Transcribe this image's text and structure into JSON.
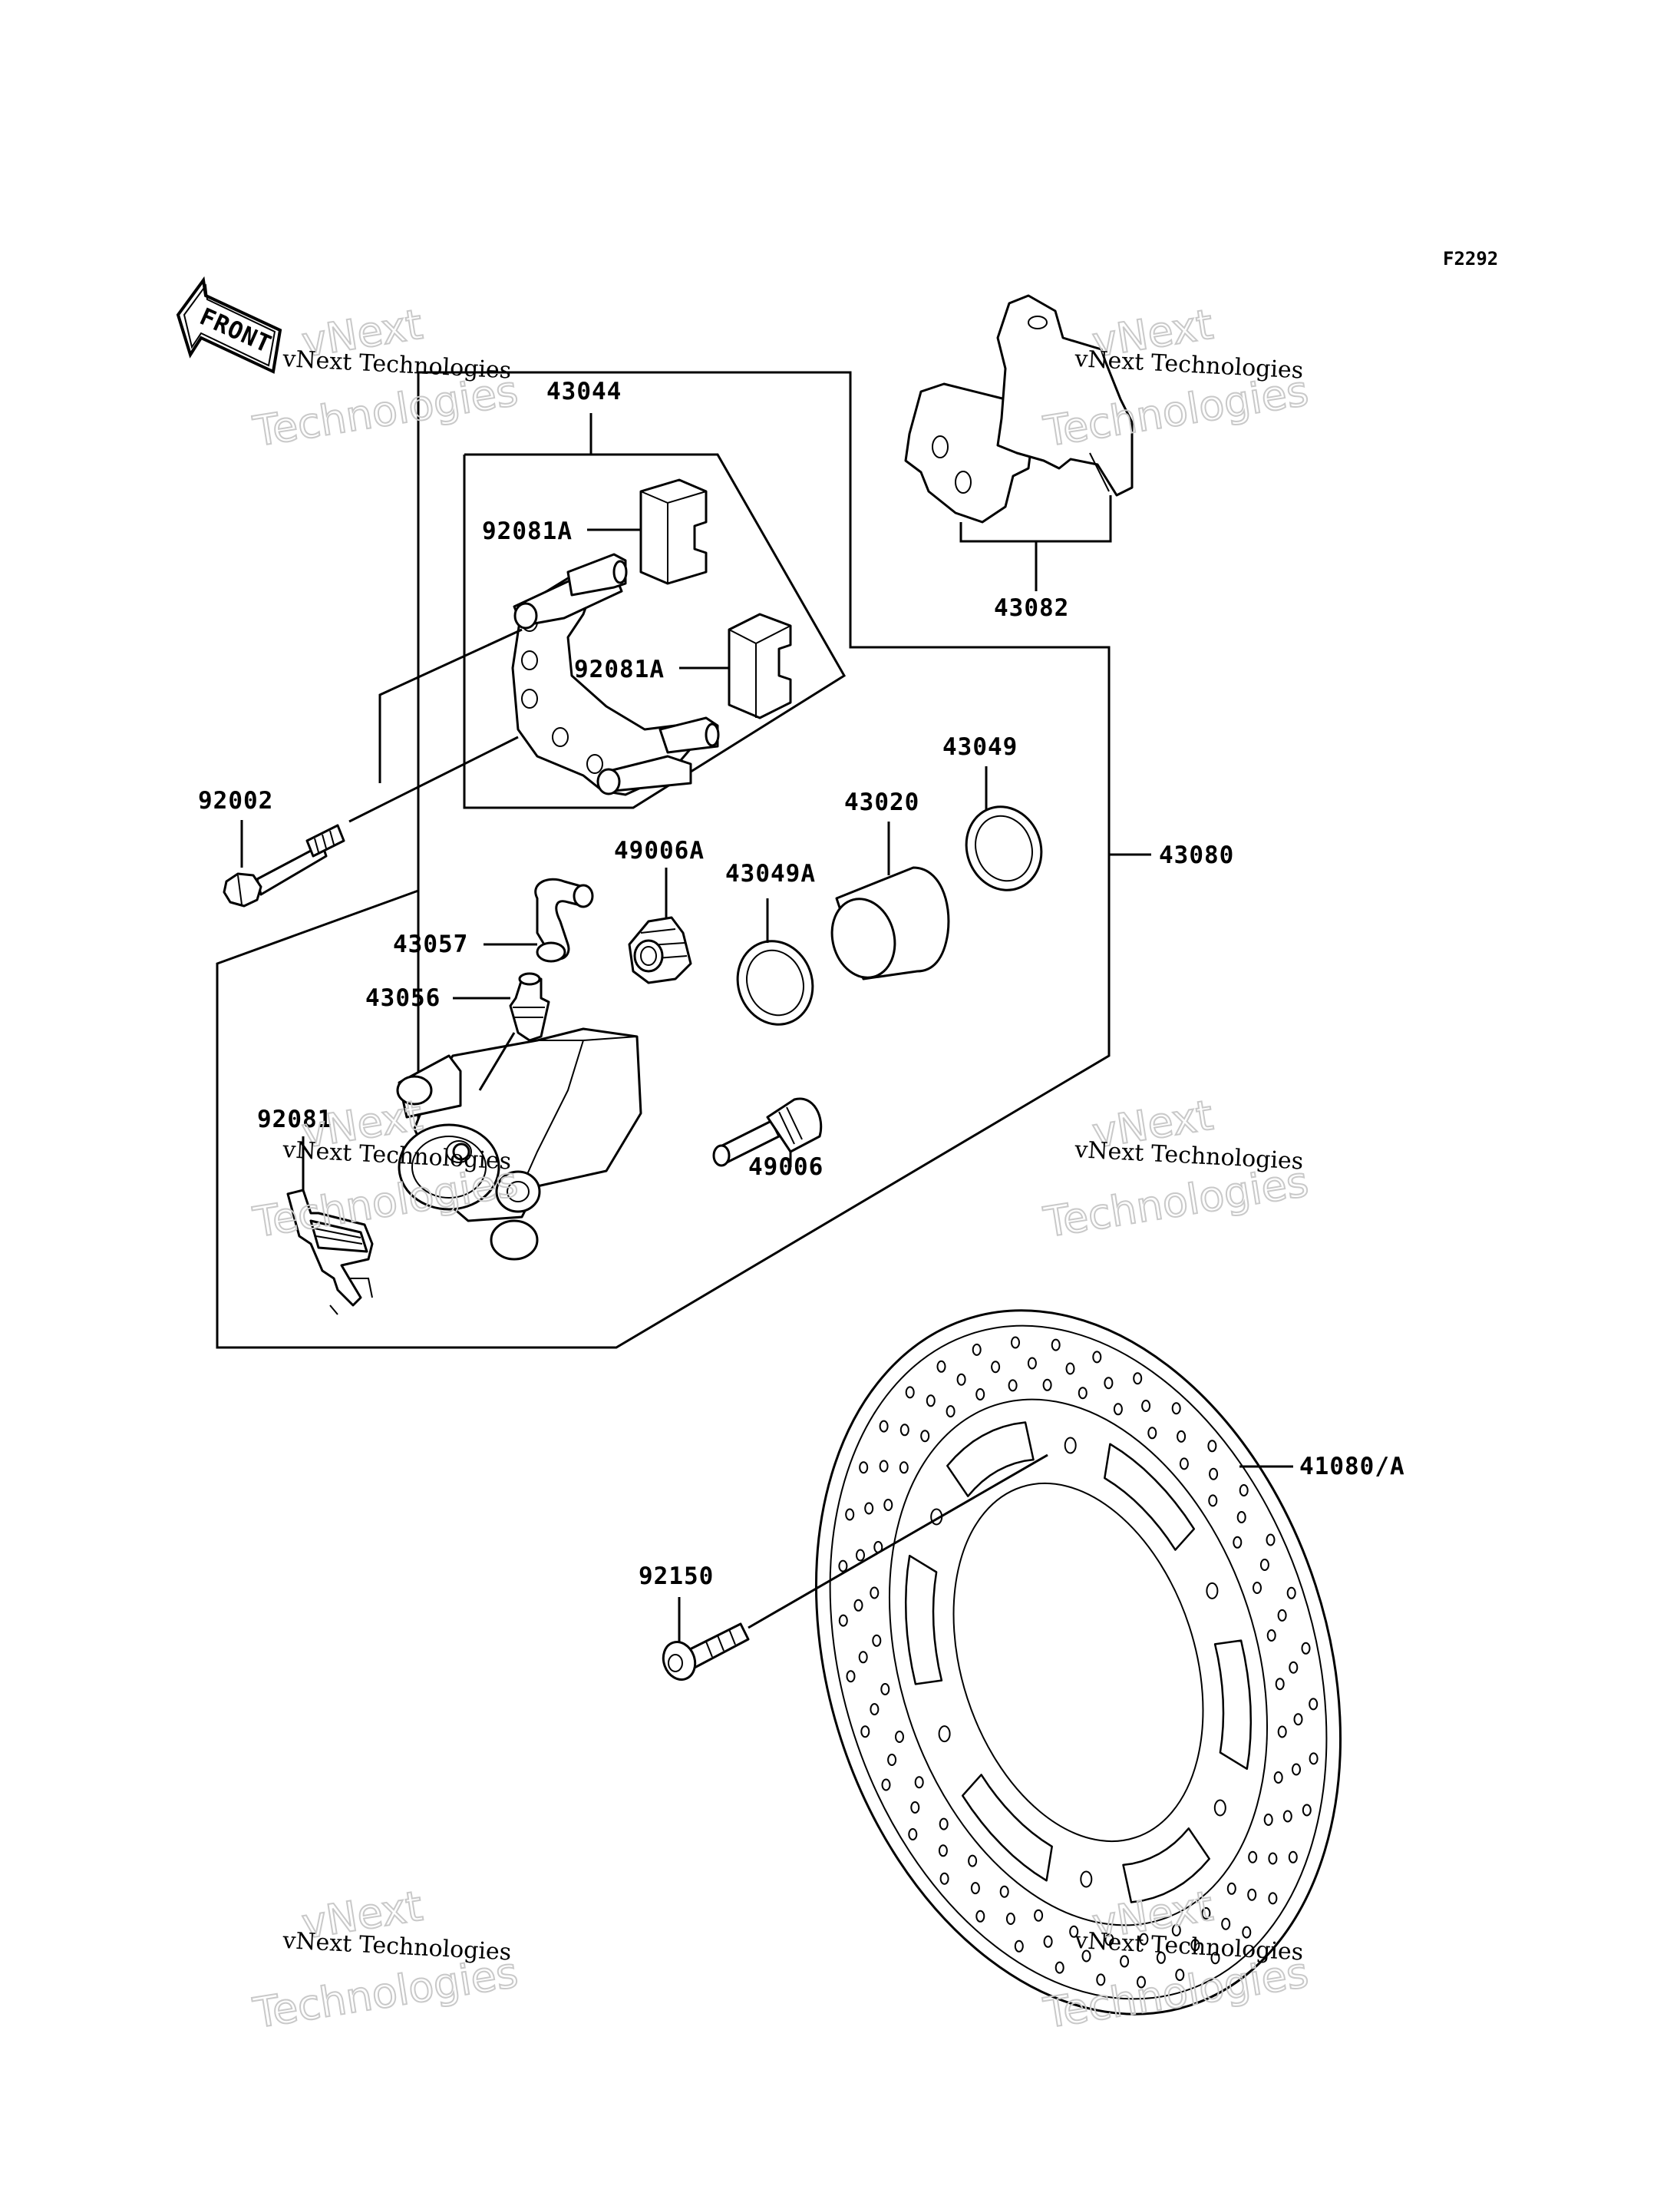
{
  "figure_code": "F2292",
  "front_arrow": {
    "label": "FRONT",
    "icon": "front-arrow-icon"
  },
  "watermark": {
    "line1": "vNext Technologies",
    "line2a": "vNext",
    "line2b": "Technologies"
  },
  "parts": {
    "p43044": "43044",
    "p92081A_1": "92081A",
    "p92081A_2": "92081A",
    "p92002": "92002",
    "p43057": "43057",
    "p43056": "43056",
    "p92081": "92081",
    "p49006A": "49006A",
    "p43049A": "43049A",
    "p43020": "43020",
    "p43049": "43049",
    "p49006": "49006",
    "p43080": "43080",
    "p43082": "43082",
    "p41080A": "41080/A",
    "p92150": "92150"
  }
}
